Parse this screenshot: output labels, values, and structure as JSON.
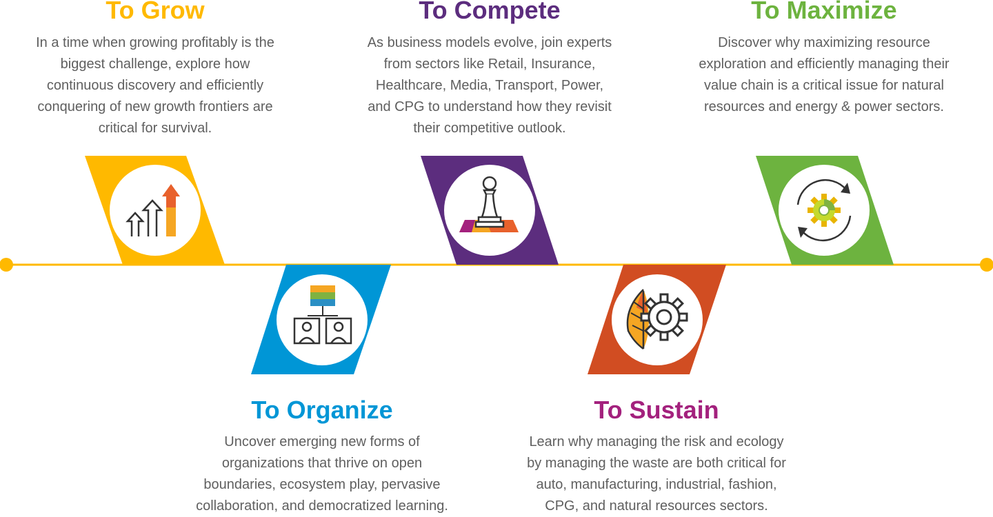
{
  "stages": [
    {
      "title": "To Grow",
      "color": "#FFB900",
      "icon": "arrows-up-icon",
      "lines": [
        "In a time when growing profitably is the",
        "biggest challenge, explore how",
        "continuous discovery and efficiently",
        "conquering of new growth frontiers are",
        "critical for survival."
      ]
    },
    {
      "title": "To Organize",
      "color": "#0096D6",
      "icon": "team-structure-icon",
      "lines": [
        "Uncover emerging new forms of",
        "organizations that thrive on open",
        "boundaries, ecosystem play, pervasive",
        "collaboration, and democratized learning."
      ]
    },
    {
      "title": "To Compete",
      "color": "#5C2D7E",
      "icon": "chess-pawn-icon",
      "lines": [
        "As business models evolve, join experts",
        "from sectors like Retail, Insurance,",
        "Healthcare, Media, Transport, Power,",
        "and CPG to understand how they revisit",
        "their competitive outlook."
      ]
    },
    {
      "title": "To Sustain",
      "color": "#A3217D",
      "band_color": "#D14D22",
      "icon": "leaf-gear-icon",
      "lines": [
        "Learn why managing the risk and ecology",
        "by managing the waste are both critical for",
        "auto, manufacturing, industrial, fashion,",
        "CPG, and natural resources sectors."
      ]
    },
    {
      "title": "To Maximize",
      "color": "#6DB33F",
      "icon": "gear-cycle-icon",
      "lines": [
        "Discover why maximizing resource",
        "exploration and efficiently managing their",
        "value chain is a critical issue for natural",
        "resources and energy & power sectors."
      ]
    }
  ],
  "timeline_color": "#FFB900"
}
